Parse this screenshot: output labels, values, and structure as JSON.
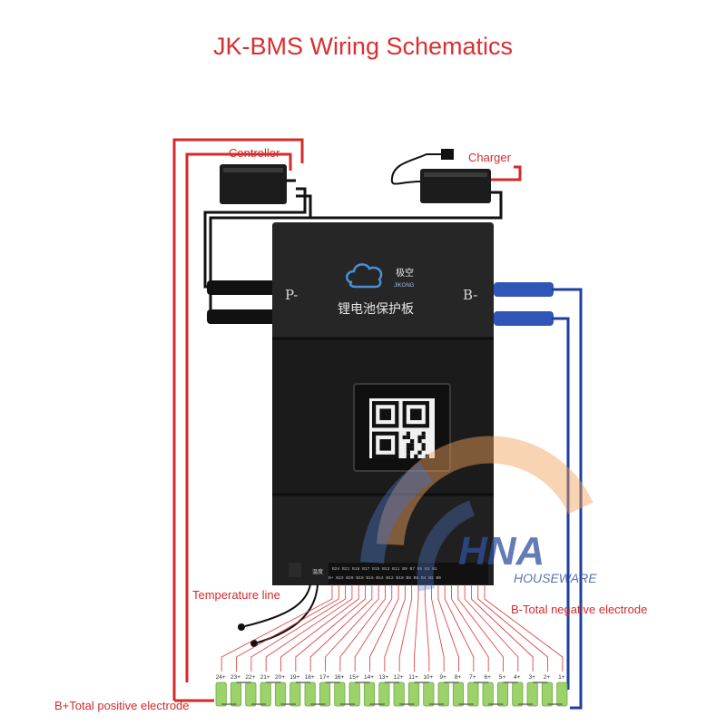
{
  "title": "JK-BMS  Wiring Schematics",
  "labels": {
    "controller": "Controller",
    "charger": "Charger",
    "p_minus": "P-",
    "b_minus": "B-",
    "temperature_line": "Temperature line",
    "b_minus_total": "B-Total negative electrode",
    "b_plus_total": "B+Total positive electrode"
  },
  "bms": {
    "brand_cn": "极空",
    "brand_en": "JIKONG",
    "product_cn": "锂电池保护板",
    "temp_port_cn": "温度",
    "pin_row_top": "B24 B21 B18 B17 B15 B13 B11 B9 B7 B5 B3 B1",
    "pin_row_bottom": "B+ B23 B20 B19 B16 B14 B12 B10 B8 B6 B4 B2 B0"
  },
  "cells": [
    "24+",
    "23+",
    "22+",
    "21+",
    "20+",
    "19+",
    "18+",
    "17+",
    "16+",
    "15+",
    "14+",
    "13+",
    "12+",
    "11+",
    "10+",
    "9+",
    "8+",
    "7+",
    "6+",
    "5+",
    "4+",
    "3+",
    "2+",
    "1+"
  ],
  "watermark": {
    "line1": "HNA",
    "line2": "HOUSEWARE"
  },
  "colors": {
    "title": "#d9302f",
    "positive_wire": "#d62a2a",
    "negative_wire": "#1f3f9e",
    "board": "#1b1b1b",
    "cell_fill": "#9bd36a"
  }
}
